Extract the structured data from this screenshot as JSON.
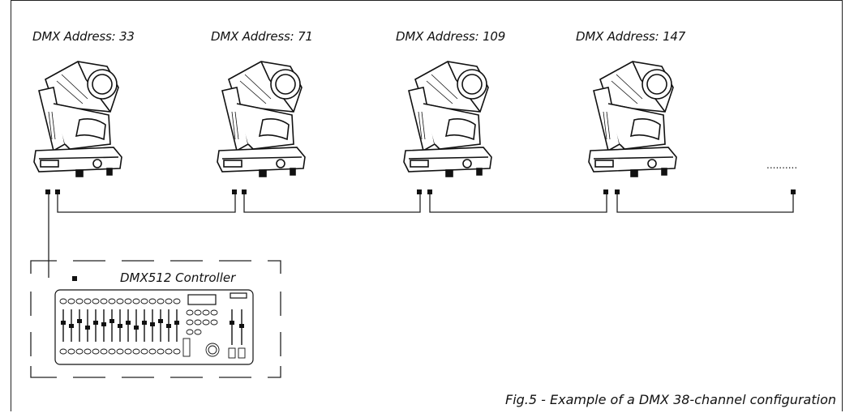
{
  "fixtures": [
    {
      "address_label": "DMX Address: 33"
    },
    {
      "address_label": "DMX Address: 71"
    },
    {
      "address_label": "DMX Address: 109"
    },
    {
      "address_label": "DMX Address: 147"
    }
  ],
  "continuation": "..........",
  "controller": {
    "label": "DMX512 Controller"
  },
  "caption": "Fig.5 - Example of a DMX 38-channel configuration"
}
